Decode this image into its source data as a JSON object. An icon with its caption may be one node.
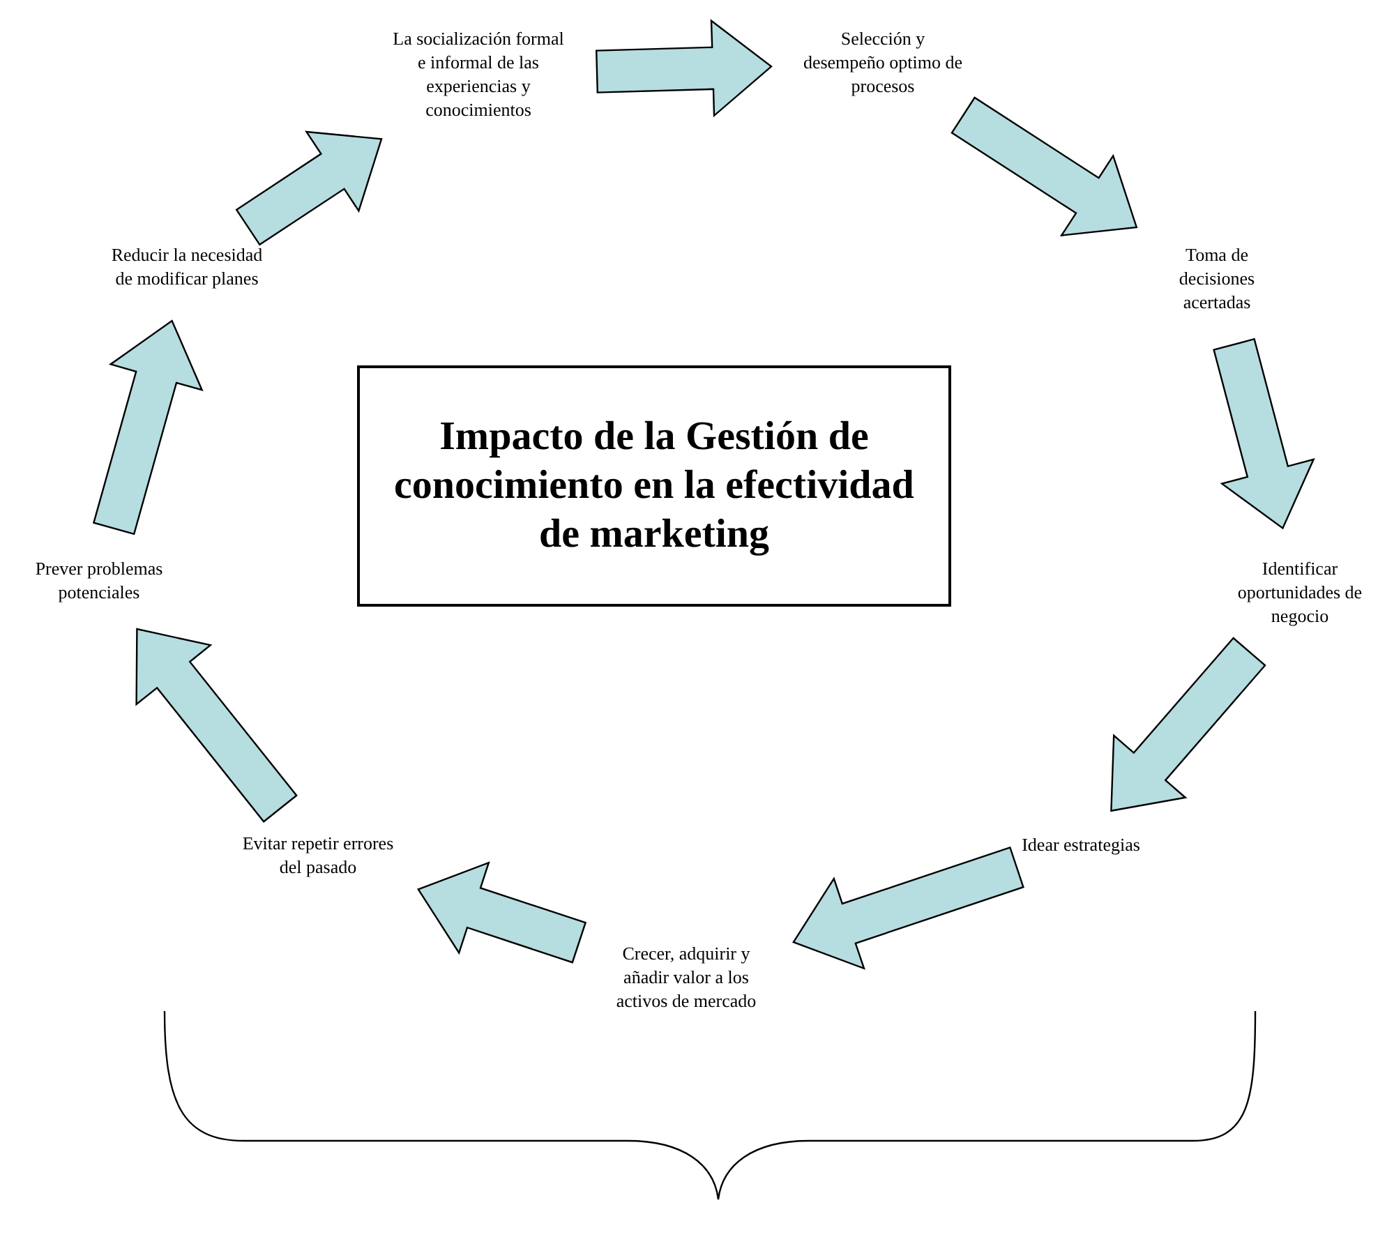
{
  "diagram": {
    "nodes": [
      {
        "text": [
          "Impacto de la Gestión de conocimiento en la efectividad de marketing"
        ]
      },
      {
        "text": [
          "La socialización formal e informal de las experiencias y conocimientos"
        ]
      },
      {
        "text": [
          "Selección y desempeño optimo de procesos"
        ]
      },
      {
        "text": [
          "Toma de decisiones acertadas"
        ]
      },
      {
        "text": [
          "Identificar oportunidades de negocio"
        ]
      },
      {
        "text": [
          "Idear estrategias"
        ]
      },
      {
        "text": [
          "Crecer, adquirir y añadir valor a los activos de mercado"
        ]
      },
      {
        "text": [
          "Evitar repetir errores del pasado"
        ]
      },
      {
        "text": [
          "Prever problemas potenciales"
        ]
      },
      {
        "text": [
          "Reducir la necesidad de modificar planes"
        ]
      }
    ],
    "edges": [
      {
        "from": 1,
        "to": 2,
        "arrow": "to"
      },
      {
        "from": 2,
        "to": 3,
        "arrow": "to"
      },
      {
        "from": 3,
        "to": 4,
        "arrow": "to"
      },
      {
        "from": 4,
        "to": 5,
        "arrow": "to"
      },
      {
        "from": 5,
        "to": 6,
        "arrow": "to"
      },
      {
        "from": 6,
        "to": 7,
        "arrow": "to"
      },
      {
        "from": 7,
        "to": 8,
        "arrow": "to"
      },
      {
        "from": 8,
        "to": 9,
        "arrow": "to"
      },
      {
        "from": 9,
        "to": 1,
        "arrow": "to"
      }
    ]
  }
}
